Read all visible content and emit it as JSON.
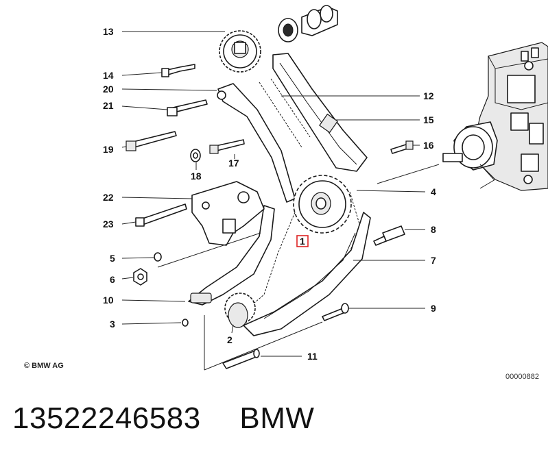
{
  "diagram": {
    "callouts": [
      "13",
      "14",
      "20",
      "21",
      "19",
      "18",
      "17",
      "22",
      "23",
      "5",
      "6",
      "10",
      "3",
      "2",
      "11",
      "9",
      "7",
      "8",
      "4",
      "16",
      "15",
      "12",
      "1"
    ],
    "highlighted_callout": "1",
    "copyright": "© BMW AG",
    "drawing_ref": "00000882",
    "colors": {
      "ink": "#1a1a1a",
      "highlight": "#d22222",
      "background": "#ffffff"
    }
  },
  "footer": {
    "part_number": "13522246583",
    "brand": "BMW"
  }
}
